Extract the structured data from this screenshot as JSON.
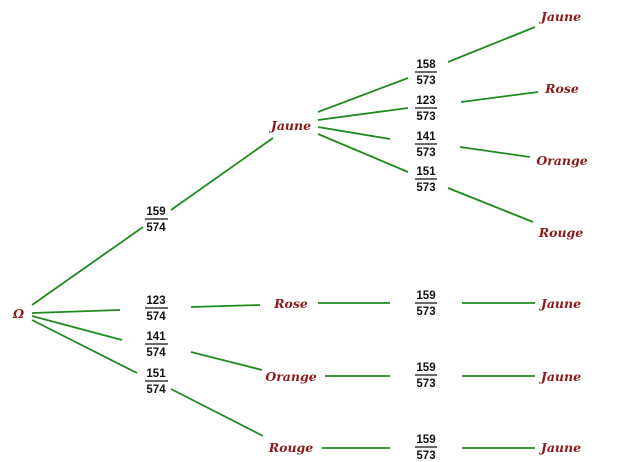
{
  "root": {
    "label": "Ω"
  },
  "level1": [
    {
      "id": "jaune",
      "label": "Jaune",
      "num": "159",
      "den": "574"
    },
    {
      "id": "rose",
      "label": "Rose",
      "num": "123",
      "den": "574"
    },
    {
      "id": "orange",
      "label": "Orange",
      "num": "141",
      "den": "574"
    },
    {
      "id": "rouge",
      "label": "Rouge",
      "num": "151",
      "den": "574"
    }
  ],
  "level2": {
    "jaune": [
      {
        "label": "Jaune",
        "num": "158",
        "den": "573"
      },
      {
        "label": "Rose",
        "num": "123",
        "den": "573"
      },
      {
        "label": "Orange",
        "num": "141",
        "den": "573"
      },
      {
        "label": "Rouge",
        "num": "151",
        "den": "573"
      }
    ],
    "rose": [
      {
        "label": "Jaune",
        "num": "159",
        "den": "573"
      }
    ],
    "orange": [
      {
        "label": "Jaune",
        "num": "159",
        "den": "573"
      }
    ],
    "rouge": [
      {
        "label": "Jaune",
        "num": "159",
        "den": "573"
      }
    ]
  },
  "colors": {
    "branch": "#1f8a1f",
    "node": "#8b1a1a",
    "fraction": "#111111"
  }
}
